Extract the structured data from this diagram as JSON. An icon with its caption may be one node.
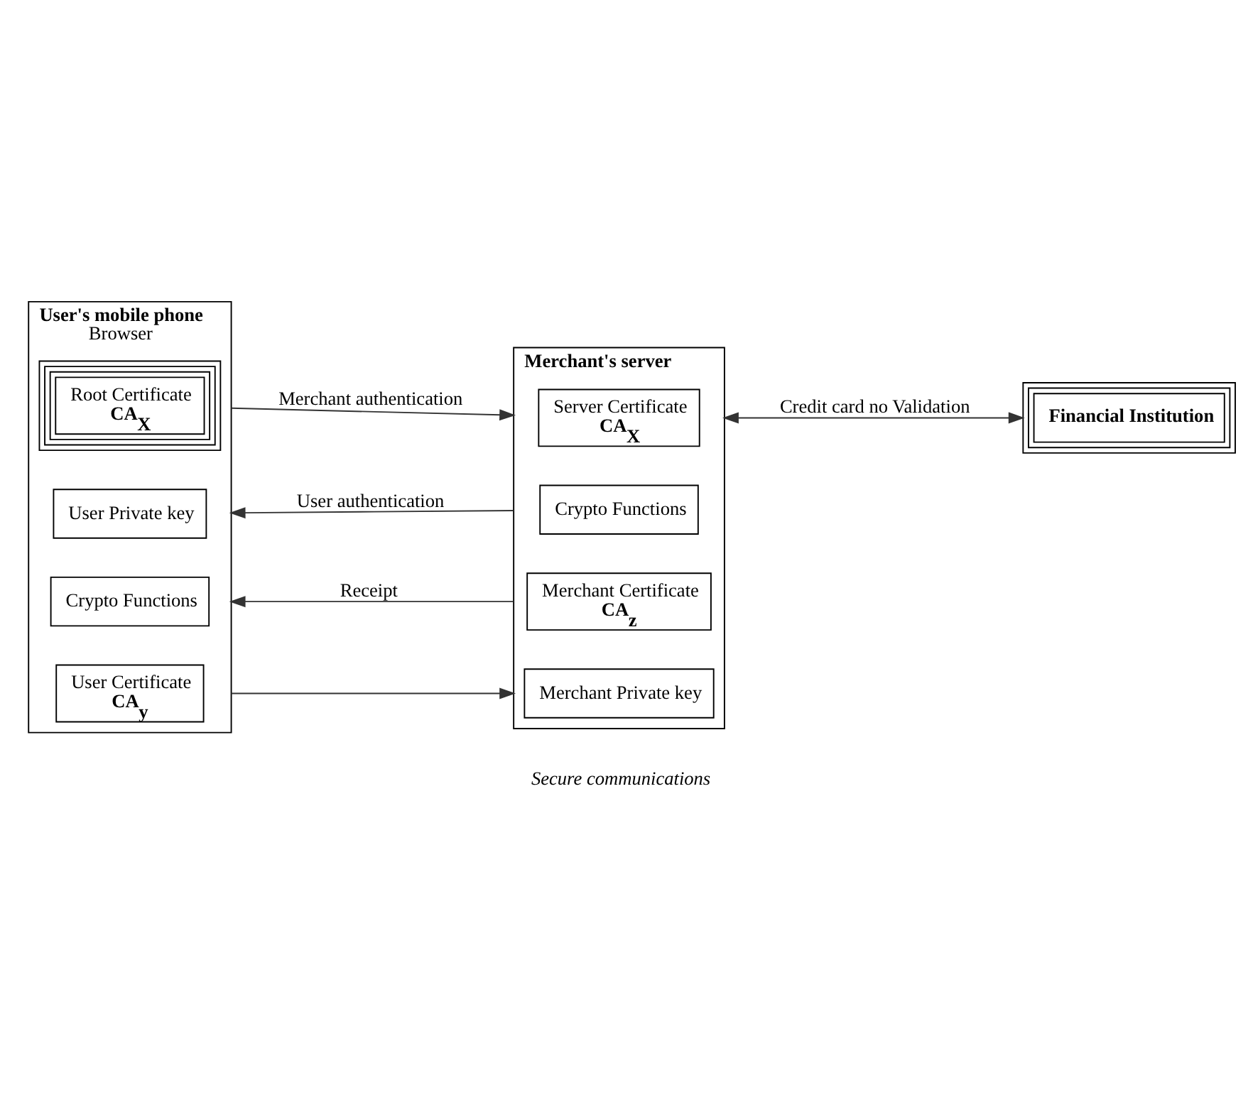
{
  "diagram": {
    "nodes": [
      {
        "text": [
          "User's mobile phone",
          "Browser"
        ]
      },
      {
        "text": [
          "Root Certificate",
          "CA$_{X}$"
        ],
        "in": 0
      },
      {
        "text": [
          "User Private key"
        ],
        "in": 0
      },
      {
        "text": [
          "User Certificate",
          "CA$_{y}$"
        ],
        "in": 0
      },
      {
        "text": [
          "Crypto Functions"
        ],
        "in": 0
      },
      {
        "text": [
          "Merchant's server"
        ]
      },
      {
        "text": [
          "Server Certificate",
          "CA$_{X}$"
        ],
        "in": 5
      },
      {
        "text": [
          "Crypto Functions"
        ],
        "in": 5
      },
      {
        "text": [
          "Merchant Private key"
        ],
        "in": 5
      },
      {
        "text": [
          "Merchant Certificate",
          "CA$_{z}$"
        ],
        "in": 5
      },
      {
        "text": [
          "Financial Institution"
        ]
      }
    ],
    "edges": [
      {
        "from": 0,
        "to": 5,
        "arrow": "to",
        "label": "Merchant authentication"
      },
      {
        "from": 5,
        "to": 0,
        "arrow": "to",
        "label": "User authentication"
      },
      {
        "from": 0,
        "to": 5,
        "arrow": "to"
      },
      {
        "from": 5,
        "to": 0,
        "arrow": "to",
        "label": "Receipt"
      },
      {
        "from": 5,
        "to": 10,
        "arrow": "both",
        "label": "Credit card no Validation"
      }
    ],
    "labels": [
      "Secure communications"
    ]
  }
}
